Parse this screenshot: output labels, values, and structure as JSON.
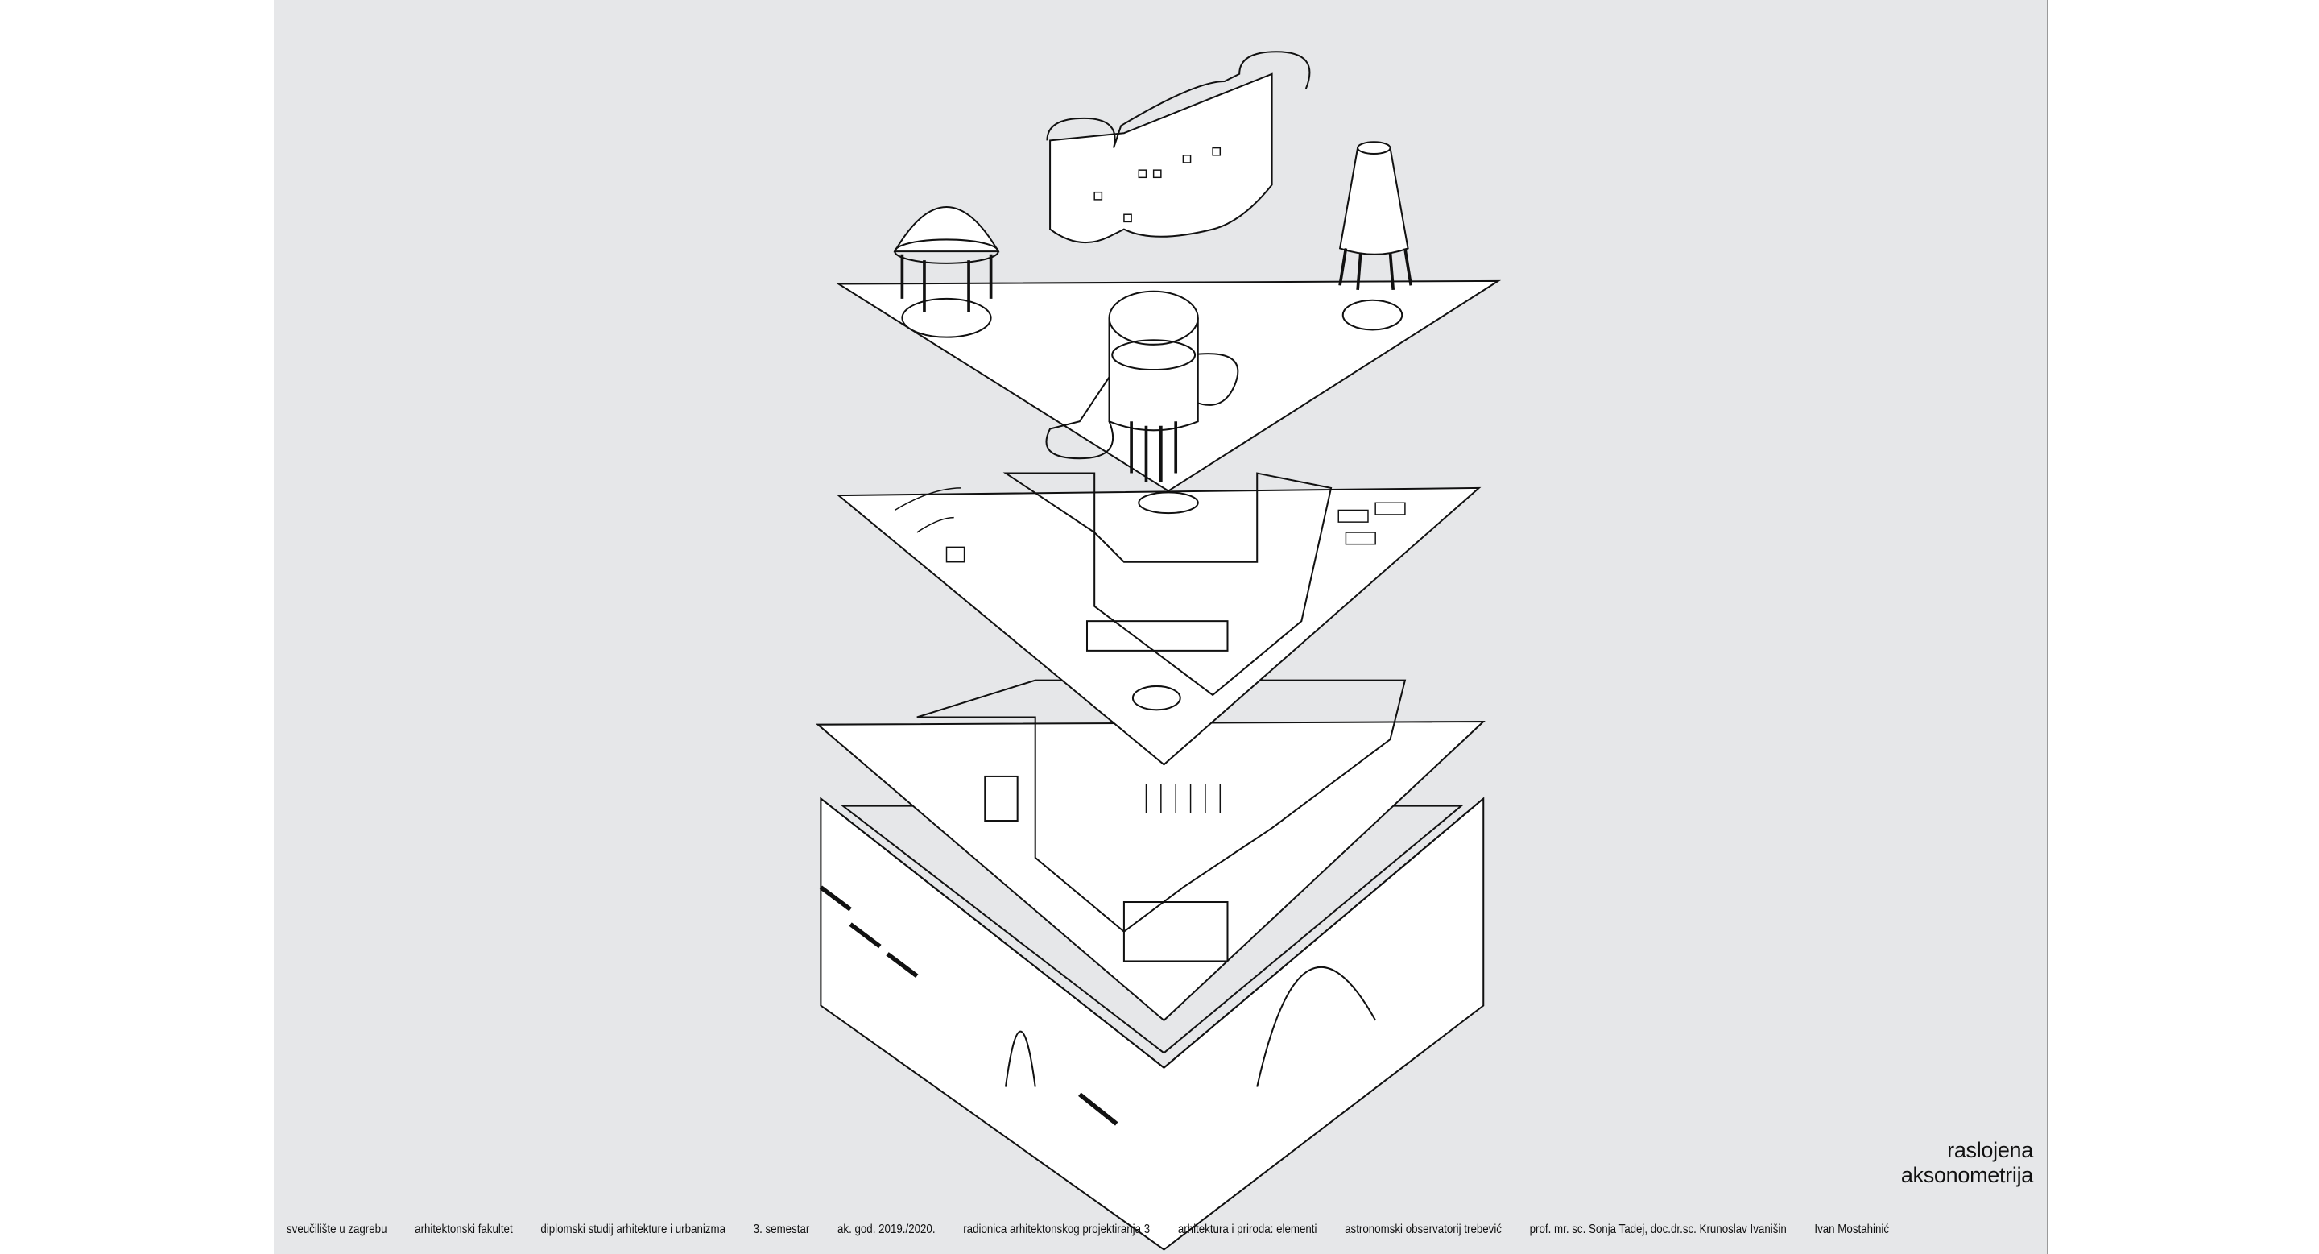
{
  "sheet": {
    "title": "raslojena aksonometrija",
    "footer": [
      "sveučilište u zagrebu",
      "arhitektonski fakultet",
      "diplomski studij arhitekture i urbanizma",
      "3. semestar",
      "ak. god. 2019./2020.",
      "radionica arhitektonskog projektiranja 3",
      "arhitektura i priroda: elementi",
      "astronomski observatorij trebević",
      "prof. mr. sc. Sonja Tadej, doc.dr.sc. Krunoslav Ivanišin",
      "Ivan Mostahinić"
    ]
  },
  "colors": {
    "background": "#e6e7e9",
    "line": "#111111",
    "fill": "#ffffff"
  }
}
